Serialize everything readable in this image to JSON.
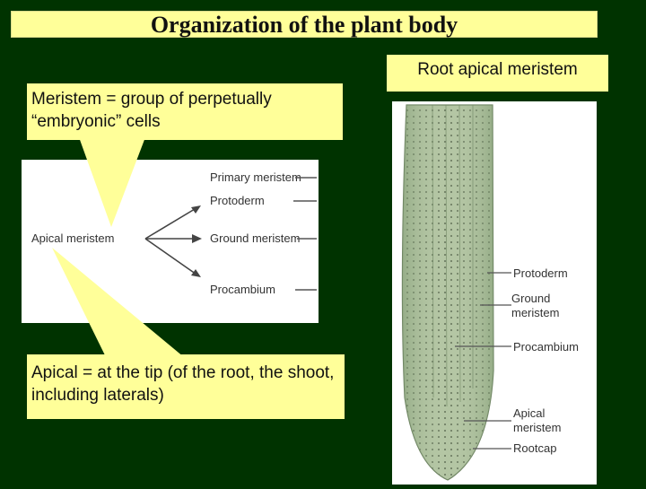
{
  "title": "Organization of the plant body",
  "root_label": "Root apical meristem",
  "callouts": {
    "meristem": "Meristem = group of perpetually “embryonic” cells",
    "apical": "Apical = at the tip (of the root, the shoot, including laterals)"
  },
  "diagram": {
    "source": "Apical meristem",
    "header": "Primary meristem",
    "targets": [
      "Protoderm",
      "Ground meristem",
      "Procambium"
    ]
  },
  "root_photo": {
    "labels": [
      "Protoderm",
      "Ground",
      "meristem",
      "Procambium",
      "Apical",
      "meristem",
      "Rootcap"
    ]
  },
  "colors": {
    "background": "#003300",
    "callout": "#ffff99",
    "tissue": "#b8c8a8"
  }
}
